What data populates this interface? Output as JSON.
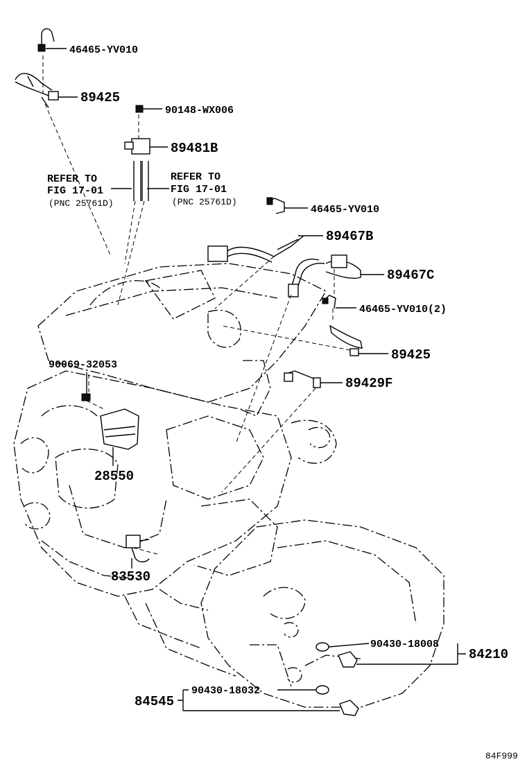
{
  "labels": {
    "p46465_top": "46465-YV010",
    "p89425_top": "89425",
    "p90148": "90148-WX006",
    "p89481b": "89481B",
    "refer_left_1": "REFER TO",
    "refer_left_2": "FIG 17-01",
    "refer_left_3": "(PNC 25761D)",
    "refer_right_1": "REFER TO",
    "refer_right_2": "FIG 17-01",
    "refer_right_3": "(PNC 25761D)",
    "p46465_mid": "46465-YV010",
    "p89467b": "89467B",
    "p89467c": "89467C",
    "p46465_2": "46465-YV010(2)",
    "p89425_right": "89425",
    "p90069": "90069-32053",
    "p89429f": "89429F",
    "p28550": "28550",
    "p83530": "83530",
    "p90430_18008": "90430-18008",
    "p84210": "84210",
    "p84545": "84545",
    "p90430_18032": "90430-18032",
    "figure_code": "84F999"
  }
}
